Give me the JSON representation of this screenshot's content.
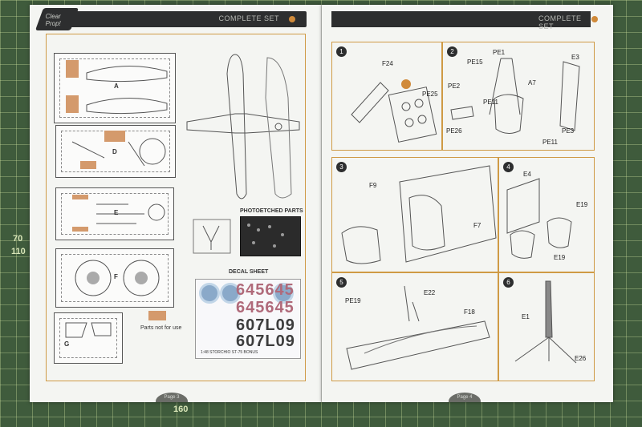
{
  "left_page": {
    "header_title": "COMPLETE SET",
    "logo_text": "Clear Prop!",
    "sprue_labels": [
      "A",
      "D",
      "E",
      "F",
      "G"
    ],
    "photoetched_title": "PHOTOETCHED PARTS",
    "decal_title": "DECAL SHEET",
    "parts_not_for_use": "Parts not for use",
    "decal_rows": [
      "645645",
      "645645",
      "607L09",
      "607L09"
    ],
    "decal_footer": "1:48 STORCHIO ST-75 BONUS",
    "page_number": "Page 3"
  },
  "right_page": {
    "header_title": "COMPLETE SET",
    "page_number": "Page 4",
    "steps": [
      {
        "number": "1",
        "labels": [
          "F24",
          "PE25"
        ]
      },
      {
        "number": "2",
        "labels": [
          "PE1",
          "PE15",
          "PE2",
          "A7",
          "E3",
          "PE11",
          "PE26",
          "PE3",
          "PE11"
        ]
      },
      {
        "number": "3",
        "labels": [
          "F9",
          "F7"
        ]
      },
      {
        "number": "4",
        "labels": [
          "E4",
          "E19",
          "E19"
        ]
      },
      {
        "number": "5",
        "labels": [
          "E22",
          "PE19",
          "F18"
        ]
      },
      {
        "number": "6",
        "labels": [
          "E1",
          "E26"
        ]
      }
    ]
  },
  "colors": {
    "mat": "#3f5b3c",
    "accent_frame": "#cf9a45",
    "header_bar": "#2d2e2f",
    "decal_number": "#b06a7a",
    "clear_part": "#d49a6c"
  }
}
